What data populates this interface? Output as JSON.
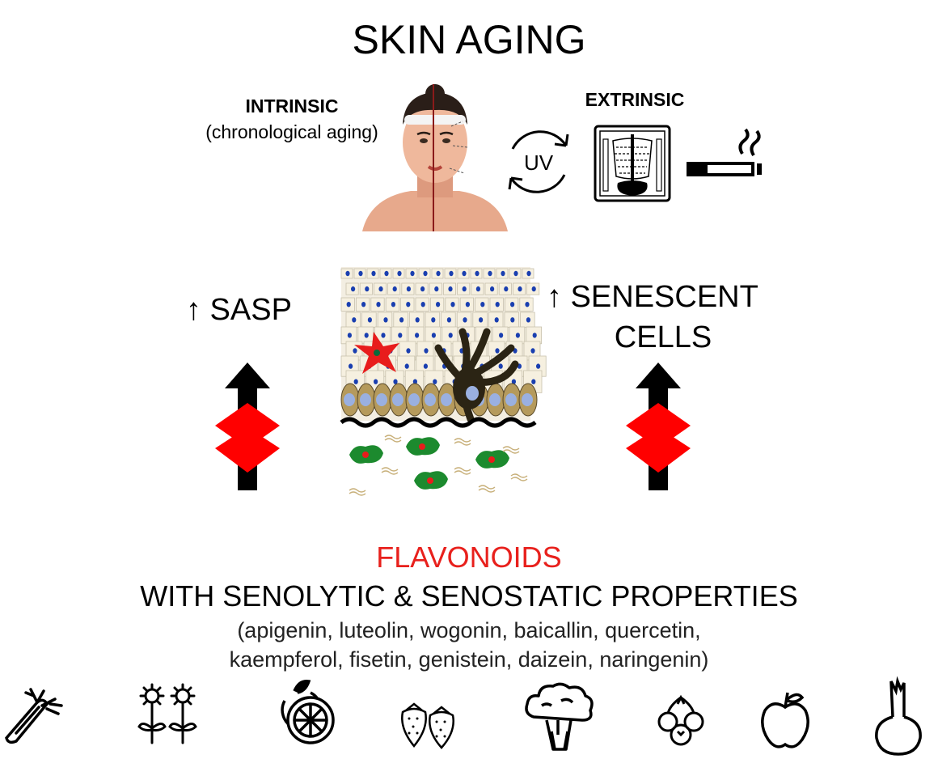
{
  "title": "SKIN AGING",
  "intrinsic": {
    "label": "INTRINSIC",
    "sublabel": "(chronological aging)"
  },
  "extrinsic": {
    "label": "EXTRINSIC",
    "uv_label": "UV"
  },
  "effects": {
    "sasp": "↑ SASP",
    "senescent_line1": "↑ SENESCENT",
    "senescent_line2": "CELLS"
  },
  "flavonoids": {
    "heading": "FLAVONOIDS",
    "subheading": "WITH SENOLYTIC & SENOSTATIC PROPERTIES",
    "compounds_line1": "(apigenin, luteolin, wogonin, baicallin, quercetin,",
    "compounds_line2": "kaempferol, fisetin, genistein, daizein, naringenin)"
  },
  "colors": {
    "accent_red": "#e8201c",
    "block_red": "#ff0000",
    "arrow": "#000000",
    "cell_green": "#1c8a2e"
  },
  "icons": [
    "face-icon",
    "uv-cycle-icon",
    "xray-icon",
    "cigarette-icon",
    "skin-layer-illustration",
    "celery-icon",
    "flowers-icon",
    "orange-icon",
    "strawberries-icon",
    "broccoli-icon",
    "berries-icon",
    "apple-icon",
    "onion-icon"
  ]
}
